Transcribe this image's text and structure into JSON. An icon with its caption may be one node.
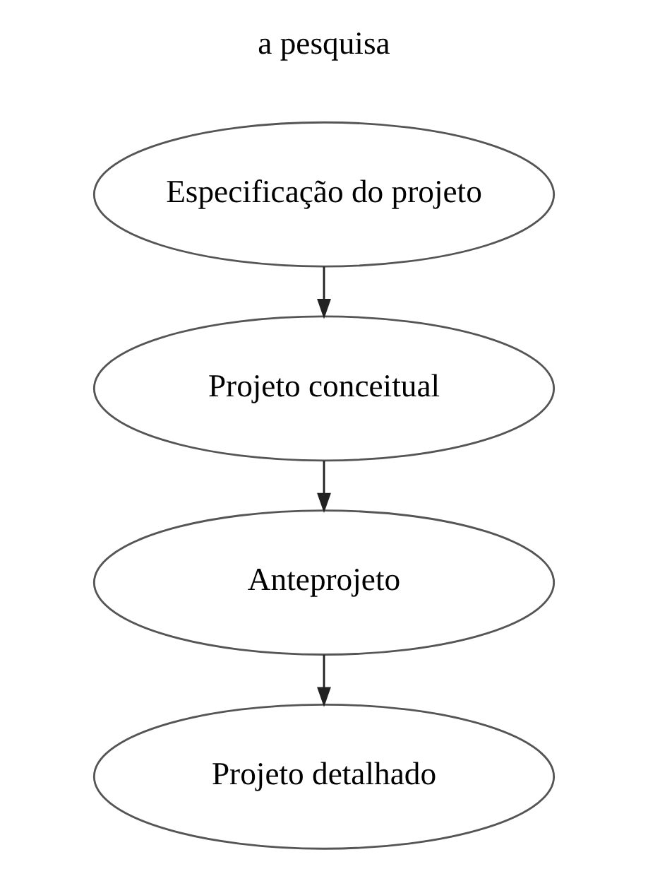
{
  "diagram": {
    "nodes": [
      {
        "text": [
          "Especificação do projeto"
        ]
      },
      {
        "text": [
          "Projeto conceitual"
        ]
      },
      {
        "text": [
          "Anteprojeto"
        ]
      },
      {
        "text": [
          "Projeto detalhado"
        ]
      }
    ],
    "edges": [
      {
        "from": 0,
        "to": 1,
        "arrow": "to"
      },
      {
        "from": 1,
        "to": 2,
        "arrow": "to"
      },
      {
        "from": 2,
        "to": 3,
        "arrow": "to"
      }
    ],
    "labels": [
      "a pesquisa"
    ]
  }
}
